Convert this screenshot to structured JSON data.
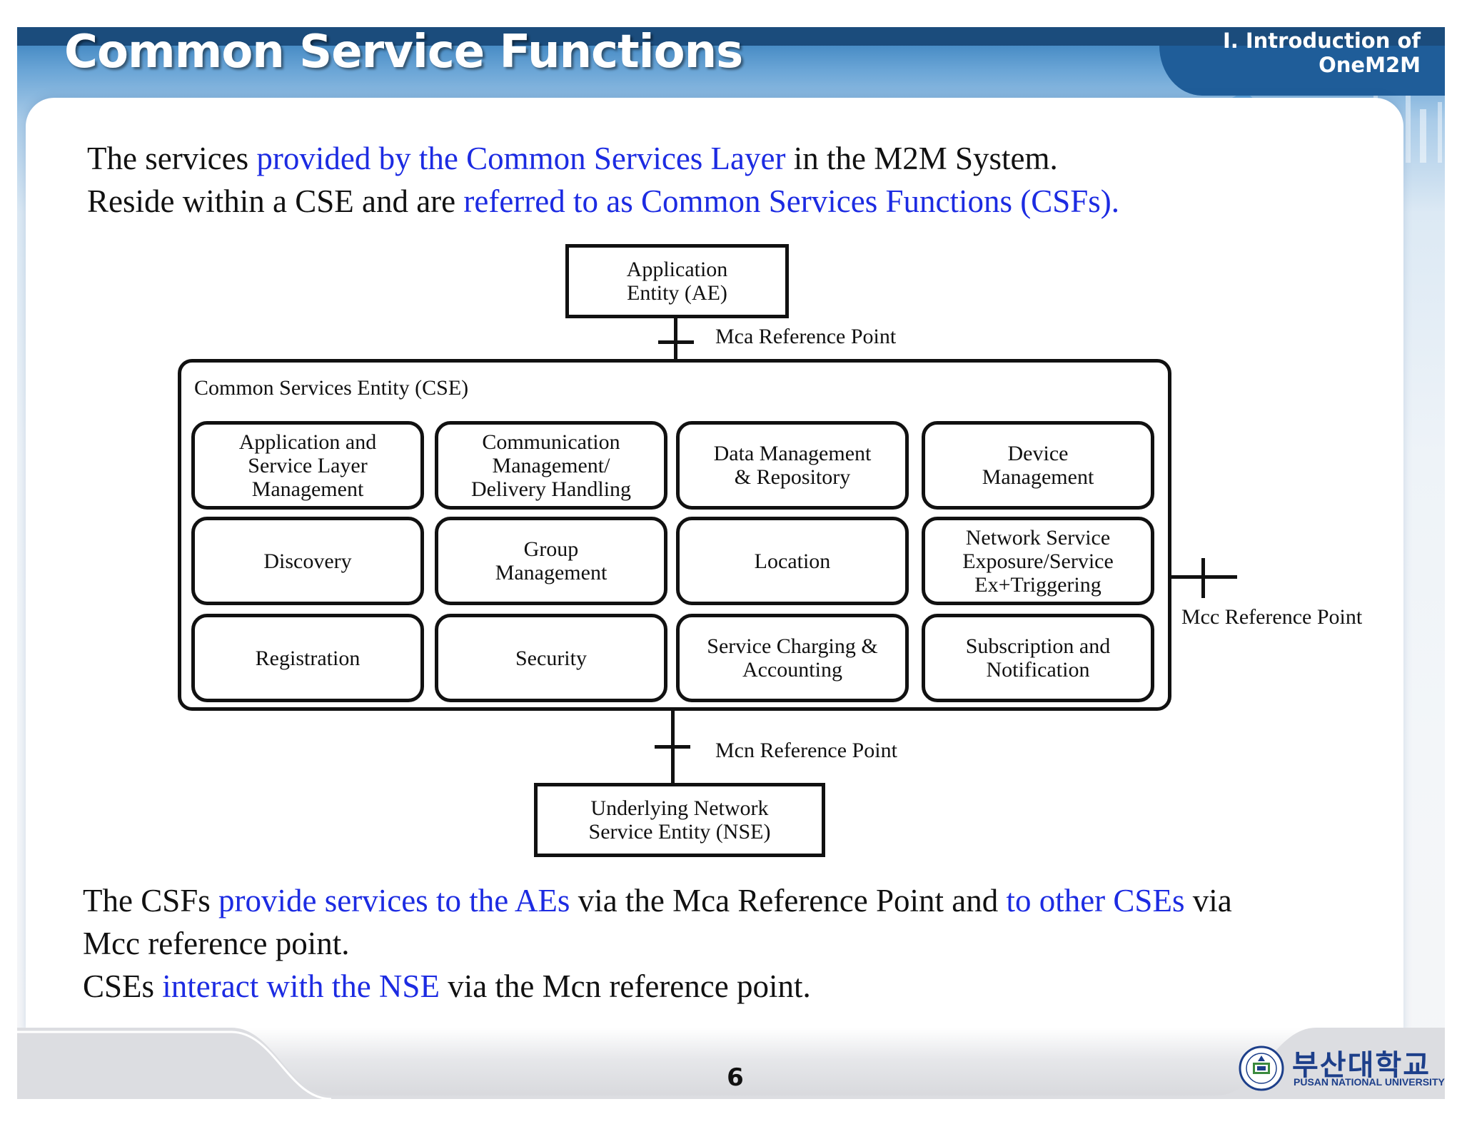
{
  "header": {
    "title": "Common Service Functions",
    "section": "I. Introduction of OneM2M"
  },
  "intro": {
    "line1": {
      "a": "The services ",
      "b": "provided by the Common Services Layer",
      "c": " in the M2M System."
    },
    "line2": {
      "a": "Reside within a CSE and are ",
      "b": "referred to as Common Services Functions (CSFs)."
    }
  },
  "diagram": {
    "ae": {
      "line1": "Application",
      "line2": "Entity (AE)"
    },
    "mca_label": "Mca Reference Point",
    "cse_label": "Common Services Entity (CSE)",
    "csfs": [
      [
        "Application and",
        "Service Layer",
        "Management"
      ],
      [
        "Communication",
        "Management/",
        "Delivery Handling"
      ],
      [
        "Data Management",
        "& Repository"
      ],
      [
        "Device",
        "Management"
      ],
      [
        "Discovery"
      ],
      [
        "Group",
        "Management"
      ],
      [
        "Location"
      ],
      [
        "Network Service",
        "Exposure/Service",
        "Ex+Triggering"
      ],
      [
        "Registration"
      ],
      [
        "Security"
      ],
      [
        "Service Charging &",
        "Accounting"
      ],
      [
        "Subscription and",
        "Notification"
      ]
    ],
    "mcc_label": "Mcc Reference Point",
    "mcn_label": "Mcn Reference Point",
    "nse": {
      "line1": "Underlying Network",
      "line2": "Service Entity (NSE)"
    }
  },
  "outro": {
    "line1": {
      "a": "The CSFs ",
      "b": "provide services to the AEs",
      "c": " via the Mca Reference Point and ",
      "d": "to other CSEs",
      "e": " via"
    },
    "line2": "Mcc reference point.",
    "line3": {
      "a": "CSEs ",
      "b": "interact with the NSE",
      "c": " via the Mcn reference point."
    }
  },
  "footer": {
    "page_number": "6",
    "logo_korean": "부산대학교",
    "logo_english": "PUSAN NATIONAL UNIVERSITY"
  },
  "colors": {
    "highlight": "#1c2be2",
    "header_blue": "#1f5d99",
    "logo_blue": "#1d3f8a"
  }
}
